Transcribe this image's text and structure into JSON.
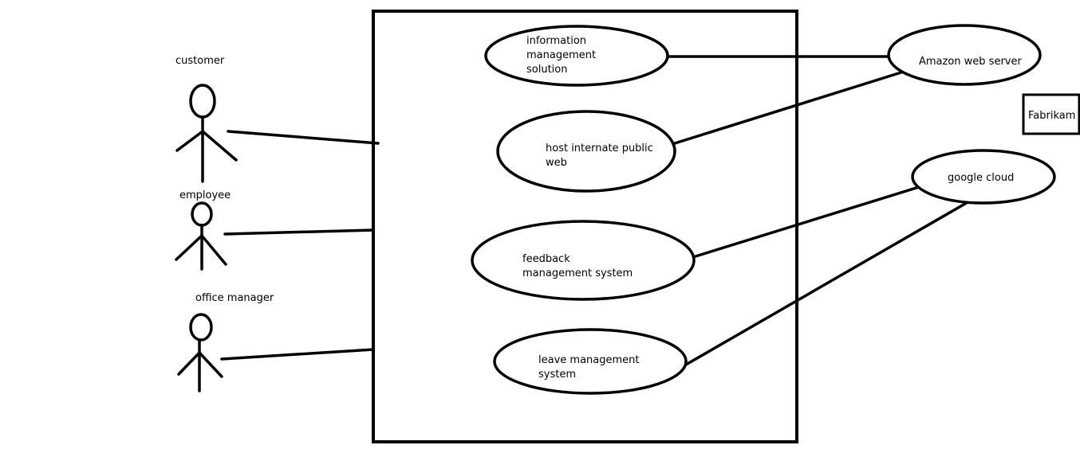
{
  "actors": [
    {
      "label": "customer"
    },
    {
      "label": "employee"
    },
    {
      "label": "office manager"
    }
  ],
  "use_cases": [
    {
      "lines": [
        "information",
        "management",
        "solution"
      ]
    },
    {
      "lines": [
        "host internate public",
        "web"
      ]
    },
    {
      "lines": [
        "feedback",
        "management system"
      ]
    },
    {
      "lines": [
        "leave management",
        "system"
      ]
    }
  ],
  "servers": [
    {
      "label": "Amazon web server"
    },
    {
      "label": "google cloud"
    }
  ],
  "box_label": "Fabrikam"
}
